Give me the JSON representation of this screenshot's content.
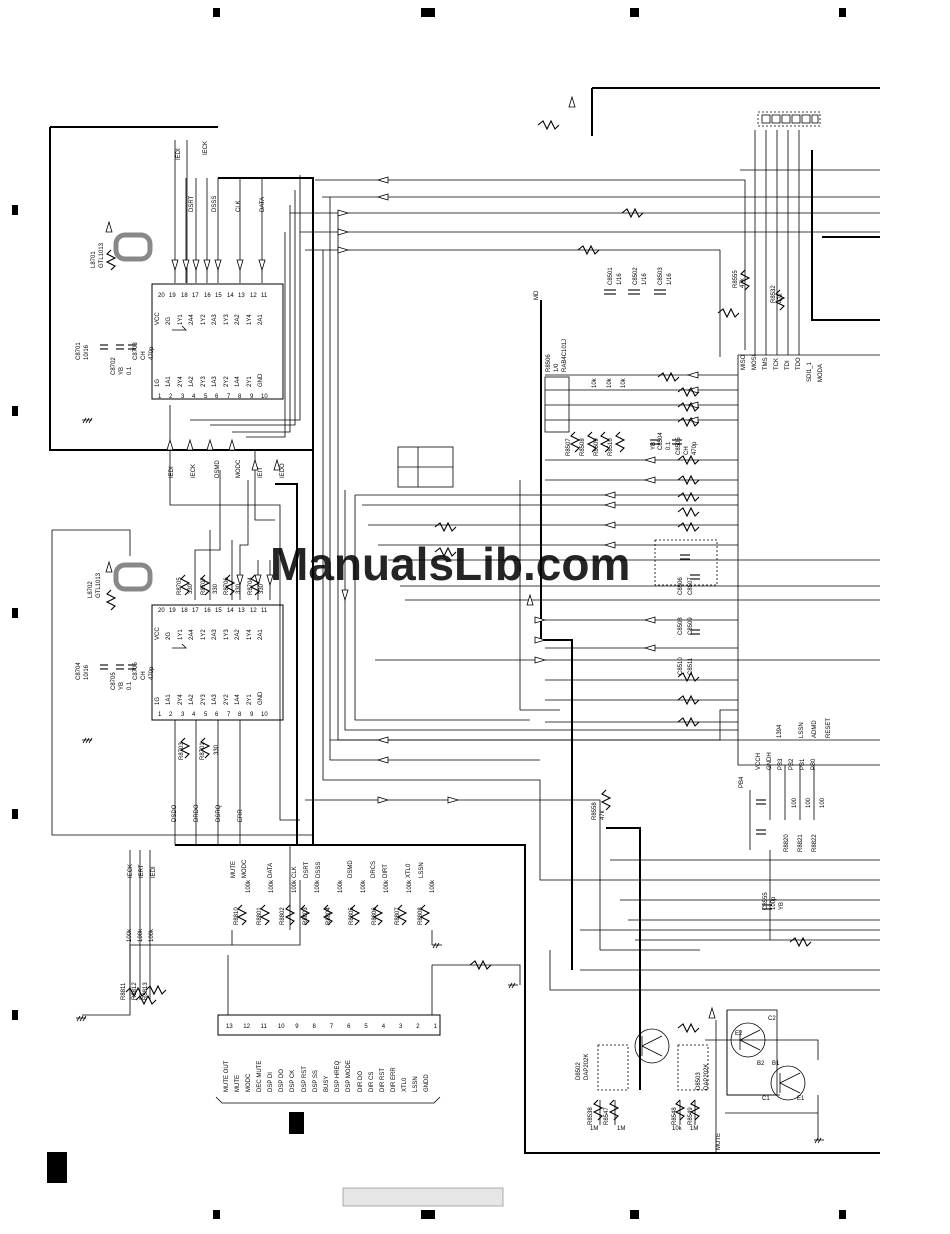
{
  "watermark": "ManualsLib.com",
  "bus_labels": {
    "ic_top_outer": [
      "IEDI",
      "IECK"
    ],
    "ic_top_upper": [
      "DSRT",
      "DSSS",
      "CLK",
      "DATA"
    ],
    "ic_top_lower": [
      "IEDI",
      "IECK",
      "DSMD",
      "MODC",
      "IEIT",
      "IEDO"
    ],
    "ic_bottom_lower": [
      "DSDO",
      "DRDO",
      "DSRQ",
      "ERR"
    ],
    "left_net": [
      "IECK",
      "IERT",
      "IEDI"
    ],
    "connector_top": [
      "MUTE",
      "MODC",
      "DATA",
      "CLK",
      "DSRT",
      "DSSS",
      "DSMD",
      "DRCS",
      "DIRT",
      "XTL0",
      "LSSN"
    ],
    "md": "MD",
    "mute_bottom": "MUTE"
  },
  "ic_top": {
    "coil_ref": "L8701",
    "coil_part": "GTL1013",
    "cap_a": [
      "C8701",
      "10/16"
    ],
    "cap_b": [
      "C8702",
      "YB",
      "0.1"
    ],
    "cap_c": [
      "C8703",
      "CH",
      "470p"
    ],
    "pins_top": [
      "20",
      "19",
      "18",
      "17",
      "16",
      "15",
      "14",
      "13",
      "12",
      "11"
    ],
    "pins_bottom": [
      "1",
      "2",
      "3",
      "4",
      "5",
      "6",
      "7",
      "8",
      "9",
      "10"
    ],
    "inner_top": [
      "VCC",
      "2G",
      "1Y1",
      "2A4",
      "1Y2",
      "2A3",
      "1Y3",
      "2A2",
      "1Y4",
      "2A1"
    ],
    "inner_bottom": [
      "1G",
      "1A1",
      "2Y4",
      "1A2",
      "2Y3",
      "1A3",
      "2Y2",
      "1A4",
      "2Y1",
      "GND"
    ]
  },
  "ic_bottom": {
    "coil_ref": "L8702",
    "coil_part": "GTL1013",
    "cap_a": [
      "C8704",
      "10/16"
    ],
    "cap_b": [
      "C8705",
      "YB",
      "0.1"
    ],
    "cap_c": [
      "C8706",
      "CH",
      "470p"
    ],
    "pins_top": [
      "20",
      "19",
      "18",
      "17",
      "16",
      "15",
      "14",
      "13",
      "12",
      "11"
    ],
    "pins_bottom": [
      "1",
      "2",
      "3",
      "4",
      "5",
      "6",
      "7",
      "8",
      "9",
      "10"
    ],
    "inner_top": [
      "VCC",
      "2G",
      "1Y1",
      "2A4",
      "1Y2",
      "2A3",
      "1Y3",
      "2A2",
      "1Y4",
      "2A1"
    ],
    "inner_bottom": [
      "1G",
      "1A1",
      "2Y4",
      "1A2",
      "2Y3",
      "1A3",
      "2Y2",
      "1A4",
      "2Y1",
      "GND"
    ],
    "res_top": [
      "R8705",
      "R8707",
      "R8706",
      "R8704"
    ],
    "res_top_val": "330",
    "res_bottom": [
      "R8703",
      "R8701"
    ],
    "res_bottom_val": "330"
  },
  "connector": {
    "pins": [
      "13",
      "12",
      "11",
      "10",
      "9",
      "8",
      "7",
      "6",
      "5",
      "4",
      "3",
      "2",
      "1"
    ],
    "labels": [
      "MUTE OUT",
      "MUTE",
      "MODC",
      "DEC MUTE",
      "DSP DI",
      "DSP DO",
      "DSP CK",
      "DSP RST",
      "DSP SS",
      "BUSY",
      "DSP HREQ",
      "DSP MODE",
      "DIR DO",
      "DIR CS",
      "DIR RST",
      "DIR ERR",
      "XTL0",
      "LSSN",
      "GNDD"
    ],
    "resistors": [
      "R8810",
      "R8801",
      "R8802",
      "R8803",
      "R8804",
      "R8805",
      "R8806",
      "R8807",
      "R8808"
    ],
    "res_value": "100k",
    "left_res": [
      "R8811",
      "R8812",
      "R8813"
    ],
    "left_res_val": "100k"
  },
  "right_block": {
    "rab": [
      "R8506",
      "1/0",
      "RAB4C101J"
    ],
    "cap_cols": [
      "C8501",
      "C8502",
      "C8503"
    ],
    "cap_val": "1/16",
    "res_10k": [
      "10k",
      "10k",
      "10k"
    ],
    "r_small": [
      "R8507",
      "R8508",
      "R8509",
      "R8510"
    ],
    "yb_cap": [
      "YB",
      "C8504",
      "0.1"
    ],
    "ch_cap": [
      "C8505",
      "CH",
      "470p"
    ],
    "ch_caps": [
      "C8506",
      "C8507",
      "C8508",
      "C8509",
      "C8510",
      "C8511"
    ],
    "r8555": [
      "R8555",
      "47k"
    ],
    "r8532": [
      "R8532",
      "47k"
    ],
    "jtag": [
      "MISO",
      "MOSI",
      "TMS",
      "TCK",
      "TDI",
      "TDO",
      "SDI1_1",
      "MODA"
    ],
    "ports_bottom": [
      "VCCH",
      "GNDH",
      "PB3",
      "PB2",
      "PB1",
      "PB0"
    ],
    "ports_extra": [
      "1394",
      "LSSN",
      "ADMD",
      "RESET"
    ],
    "pb4": "PB4",
    "r_bottom": [
      "R8820",
      "R8821",
      "R8822"
    ],
    "r_bottom_val": "100",
    "c8555": [
      "C8555",
      "100p",
      "YB"
    ],
    "r8558": [
      "R8558",
      "47k"
    ],
    "d8502": [
      "D8502",
      "DAP202K"
    ],
    "d8503": [
      "D8503",
      "DAP202K"
    ],
    "r_bot_left": [
      "R8538",
      "R8547"
    ],
    "r_bot_left_val": "1M",
    "r_bot_mid": [
      "R8548",
      "R8549"
    ],
    "r_bot_mid_vals": [
      "10k",
      "1M"
    ],
    "transistor_pins": [
      "E2",
      "C2",
      "B2",
      "B1",
      "C1",
      "E1"
    ]
  },
  "colors": {
    "ink": "#000000",
    "paper": "#ffffff",
    "watermark": "#aacbeb",
    "gnd_mark": "#333333"
  }
}
